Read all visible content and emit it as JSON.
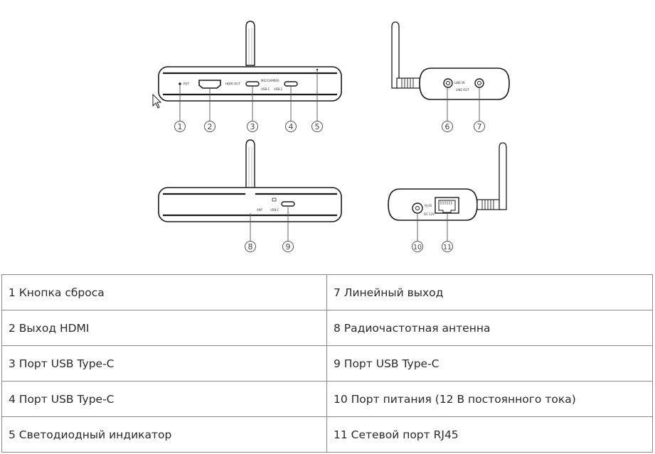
{
  "device_labels": {
    "reset": "RST",
    "hdmi_out": "HDMI OUT",
    "mic_camera": "MIC/CAMERA",
    "usb_1": "USB-1",
    "usb_2": "USB-2",
    "line_in": "LINE IN",
    "line_out": "LINE OUT",
    "ant": "ANT",
    "usb_c": "USB-C",
    "rj45": "RJ-45",
    "dc_12v": "DC 12V"
  },
  "callouts": [
    "1",
    "2",
    "3",
    "4",
    "5",
    "6",
    "7",
    "8",
    "9",
    "10",
    "11"
  ],
  "legend": {
    "rows": [
      {
        "left": "1 Кнопка сброса",
        "right": "7 Линейный выход"
      },
      {
        "left": "2 Выход HDMI",
        "right": "8 Радиочастотная антенна"
      },
      {
        "left": "3 Порт USB Type-C",
        "right": "9 Порт USB Type-C"
      },
      {
        "left": "4 Порт USB Type-C",
        "right": "10 Порт питания (12 В постоянного тока)"
      },
      {
        "left": "5 Светодиодный индикатор",
        "right": "11 Сетевой порт RJ45"
      }
    ]
  }
}
